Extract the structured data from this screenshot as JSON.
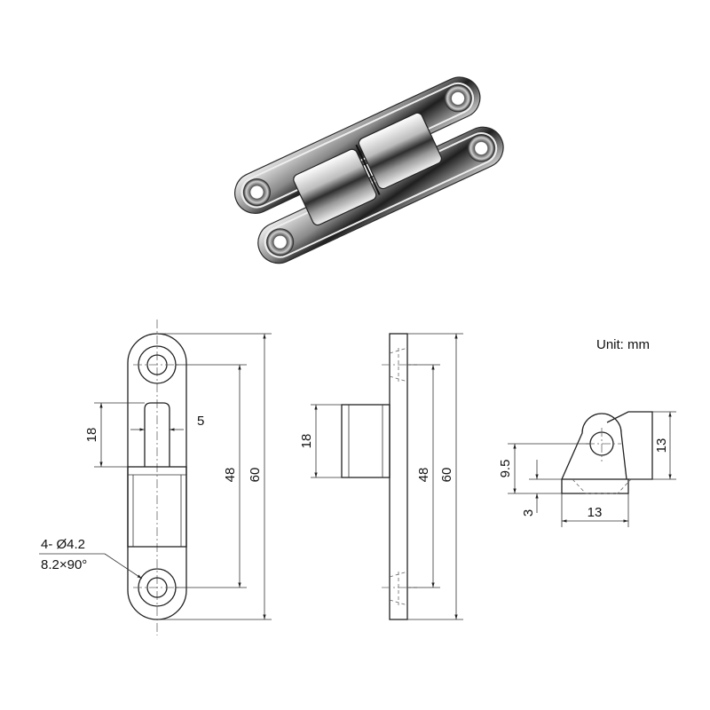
{
  "unit_label": "Unit: mm",
  "front_view": {
    "hole_note_line1": "4- Ø4.2",
    "hole_note_line2": "8.2×90°",
    "dim_pin_length": "18",
    "dim_pin_width": "5",
    "dim_hole_spacing": "48",
    "dim_overall_length": "60"
  },
  "side_view": {
    "dim_knuckle_height": "18",
    "dim_hole_spacing": "48",
    "dim_overall_length": "60"
  },
  "end_view": {
    "dim_height": "13",
    "dim_pin_center": "9.5",
    "dim_plate_thickness": "3",
    "dim_width": "13"
  },
  "colors": {
    "line": "#222222",
    "metal_dark": "#3a3a3a",
    "metal_light": "#e8e8e8"
  }
}
